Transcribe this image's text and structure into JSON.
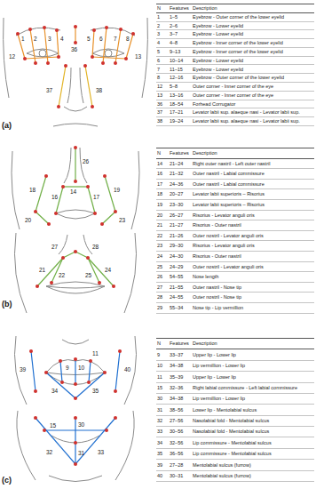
{
  "diagram": {
    "labels": [
      "(a)",
      "1",
      "2",
      "3",
      "4",
      "5",
      "6",
      "7",
      "8",
      "12",
      "13",
      "36",
      "37",
      "38",
      "N",
      "Features",
      "Description",
      "1",
      "1–5",
      "Eyebrow - Outer corner of the lower eyelid",
      "2",
      "2–6",
      "Eyebrow - Lower eyelid",
      "3",
      "3–7",
      "Eyebrow - Lower eyelid",
      "4",
      "4–8",
      "Eyebrow - Inner corner of the lower eyelid",
      "5",
      "9–13",
      "Eyebrow - Inner corner of the lower eyelid",
      "6",
      "10–14",
      "Eyebrow - Lower eyelid",
      "7",
      "11–15",
      "Eyebrow - Lower eyelid",
      "8",
      "12–16",
      "Eyebrow - Outer corner of the lower eyelid",
      "12",
      "5–8",
      "Outer corner - Inner corner of the eye",
      "13",
      "13–16",
      "Outer corner - Inner corner of the eye",
      "36",
      "18–54",
      "Forhead Corrugator",
      "37",
      "17–21",
      "Levator labii sup. alaeque nasi - Levator labii sup.",
      "38",
      "19–24",
      "Levator labii sup. alaeque nasi - Levator labii sup.",
      "(b)",
      "26",
      "14",
      "16",
      "17",
      "18",
      "19",
      "20",
      "23",
      "27",
      "28",
      "22",
      "21",
      "25",
      "24",
      "N",
      "Features",
      "Description",
      "14",
      "21–24",
      "Right outer nastril - Left outer nastril",
      "16",
      "21–32",
      "Outer nastril - Labial commissure",
      "17",
      "24–36",
      "Outer nastril - Labial commissure",
      "18",
      "20–27",
      "Levator labii superioris – Risorius",
      "19",
      "23–30",
      "Levator labii superioris – Risorius",
      "20",
      "26–27",
      "Risorius - Levator anguli oris",
      "21",
      "21–27",
      "Risorius - Outer nastril",
      "22",
      "21–26",
      "Outer nostril - Levator anguli oris",
      "23",
      "29–30",
      "Risorius - Levator anguli oris",
      "24",
      "24–30",
      "Risorius - Outer nastril",
      "25",
      "24–29",
      "Outer nostril - Levator anguli oris",
      "26",
      "54–55",
      "Nose length",
      "27",
      "21–55",
      "Outer nastril - Nose tip",
      "28",
      "24–55",
      "Outer nostril - Nose tip",
      "29",
      "55–34",
      "Nose tip - Lip vermillion",
      "(c)",
      "39",
      "9",
      "10",
      "11",
      "40",
      "34",
      "35",
      "15",
      "30",
      "31",
      "32",
      "33",
      "N",
      "Features",
      "Description",
      "9",
      "33–37",
      "Upper lip - Lower lip",
      "10",
      "34–38",
      "Lip vermillion - Lower lip",
      "11",
      "35–39",
      "Upper lip - Lower lip",
      "15",
      "32–36",
      "Right labial commissure - Left labial commissure",
      "30",
      "34–38",
      "Lip vermillion - Lower lip",
      "31",
      "38–56",
      "Lower lip - Mentolabial sulcus",
      "32",
      "27–56",
      "Nasolabial fold - Mentolabial sulcus",
      "33",
      "30–56",
      "Nasolabial fold - Mentolabial sulcus",
      "34",
      "32–56",
      "Lip commissure - Mentolabial sulcus",
      "35",
      "36–56",
      "Lip commissure - Mentolabial sulcus",
      "39",
      "27–28",
      "Mentolabial sulcus (furrow)",
      "40",
      "30–31",
      "Mentolabial sulcus (furrow)"
    ]
  }
}
